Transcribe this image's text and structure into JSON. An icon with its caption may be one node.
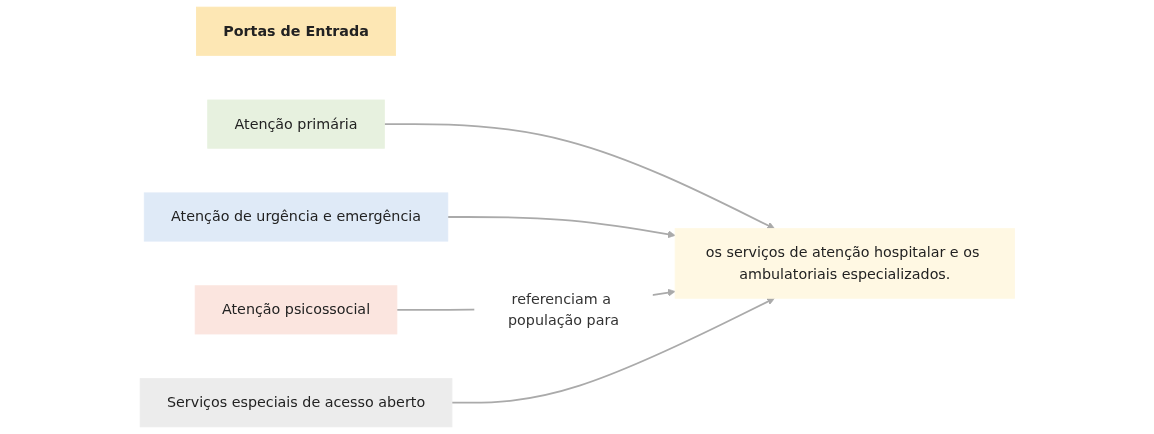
{
  "diagram": {
    "nodes": [
      {
        "text": [
          "Portas de Entrada"
        ]
      },
      {
        "text": [
          "Atenção primária"
        ]
      },
      {
        "text": [
          "Atenção de urgência e emergência"
        ]
      },
      {
        "text": [
          "Atenção psicossocial"
        ]
      },
      {
        "text": [
          "Serviços especiais de acesso aberto"
        ]
      },
      {
        "text": [
          "os serviços de atenção hospitalar e os ambulatoriais especializados."
        ]
      }
    ],
    "edges": [
      {
        "from": 1,
        "to": 5,
        "arrow": "to"
      },
      {
        "from": 2,
        "to": 5,
        "arrow": "to"
      },
      {
        "from": 3,
        "to": 5,
        "arrow": "to",
        "label": "referenciam a população para"
      },
      {
        "from": 4,
        "to": 5,
        "arrow": "to"
      }
    ]
  }
}
